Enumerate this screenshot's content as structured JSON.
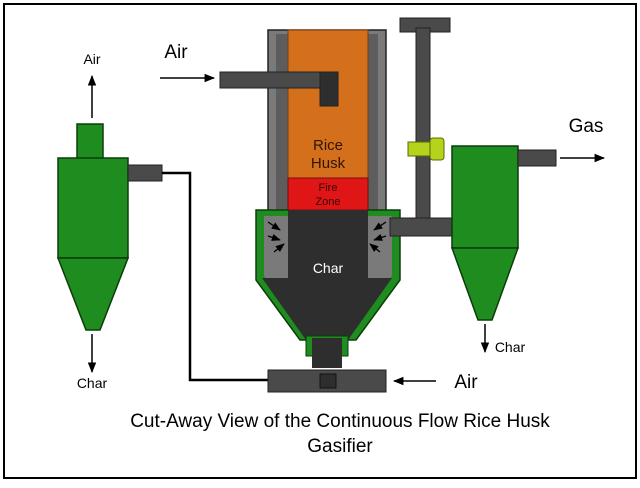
{
  "labels": {
    "air_top_left": "Air",
    "air_inlet": "Air",
    "rice_husk_line1": "Rice",
    "rice_husk_line2": "Husk",
    "fire_zone_line1": "Fire",
    "fire_zone_line2": "Zone",
    "char_center": "Char",
    "gas": "Gas",
    "char_right": "Char",
    "char_left": "Char",
    "air_bottom": "Air"
  },
  "caption": {
    "line1": "Cut-Away View of the Continuous Flow Rice Husk",
    "line2": "Gasifier"
  },
  "colors": {
    "cyclone_green": "#1f8c1f",
    "rice_husk": "#d46f1c",
    "fire_zone": "#e01616",
    "char": "#2e2e2e",
    "pipe_gray": "#4a4a4a",
    "shell_gray": "#7a7a7a",
    "valve_yellow": "#b5d31a"
  }
}
